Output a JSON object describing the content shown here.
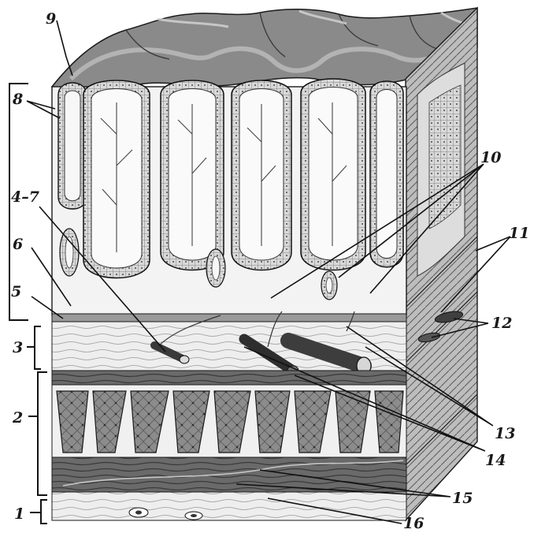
{
  "figure": {
    "labels": {
      "l1": "1",
      "l2": "2",
      "l3": "3",
      "l4_7": "4–7",
      "l5": "5",
      "l6": "6",
      "l8": "8",
      "l9": "9",
      "l10": "10",
      "l11": "11",
      "l12": "12",
      "l13": "13",
      "l14": "14",
      "l15": "15",
      "l16": "16"
    },
    "colors": {
      "surface": "#7d7d7d",
      "surface_light": "#a9a9a9",
      "epithelium": "#d6d6d6",
      "lamina": "#f2f2f2",
      "muscle": "#5e5e5e",
      "muscle_cell": "#8a8a8a",
      "submucosa": "#e7e7e7",
      "vessel": "#3f3f3f",
      "outline": "#1a1a1a"
    }
  }
}
